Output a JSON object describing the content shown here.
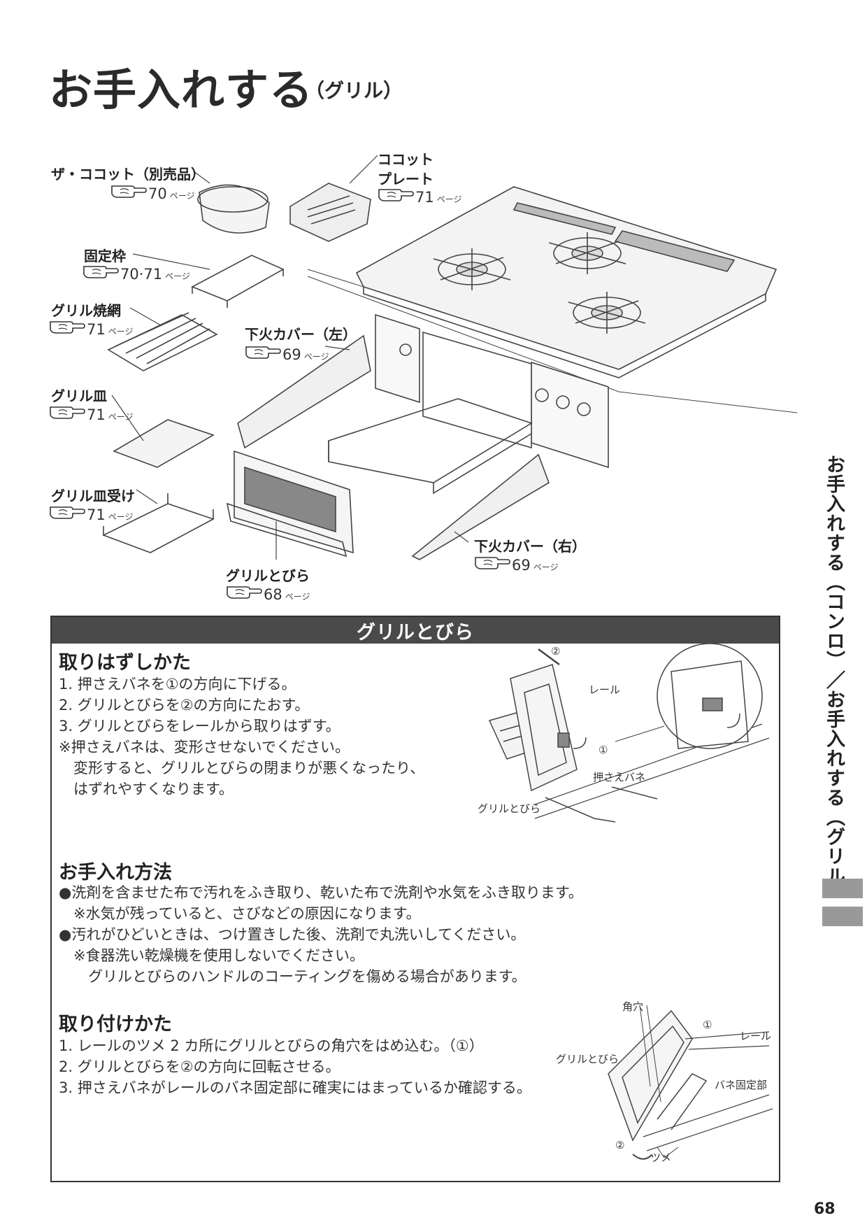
{
  "title": {
    "main": "お手入れする",
    "sub": "（グリル）"
  },
  "parts": [
    {
      "label": "ザ・ココット（別売品）",
      "ref": "70",
      "page_suffix": "ページ"
    },
    {
      "label_line1": "ココット",
      "label_line2": "プレート",
      "ref": "71",
      "page_suffix": "ページ"
    },
    {
      "label": "固定枠",
      "ref": "70·71",
      "page_suffix": "ページ"
    },
    {
      "label": "グリル焼網",
      "ref": "71",
      "page_suffix": "ページ"
    },
    {
      "label": "グリル皿",
      "ref": "71",
      "page_suffix": "ページ"
    },
    {
      "label": "グリル皿受け",
      "ref": "71",
      "page_suffix": "ページ"
    },
    {
      "label": "下火カバー（左）",
      "ref": "69",
      "page_suffix": "ページ"
    },
    {
      "label": "下火カバー（右）",
      "ref": "69",
      "page_suffix": "ページ"
    },
    {
      "label": "グリルとびら",
      "ref": "68",
      "page_suffix": "ページ"
    }
  ],
  "section": {
    "header": "グリルとびら",
    "removal": {
      "heading": "取りはずしかた",
      "lines": [
        "1. 押さえバネを①の方向に下げる。",
        "2. グリルとびらを②の方向にたおす。",
        "3. グリルとびらをレールから取りはずす。",
        "※押さえバネは、変形させないでください。",
        "　変形すると、グリルとびらの閉まりが悪くなったり、",
        "　はずれやすくなります。"
      ],
      "figure_labels": {
        "num2": "②",
        "rail": "レール",
        "num1": "①",
        "spring": "押さえバネ",
        "door": "グリルとびら"
      }
    },
    "care": {
      "heading": "お手入れ方法",
      "lines": [
        "●洗剤を含ませた布で汚れをふき取り、乾いた布で洗剤や水気をふき取ります。",
        "　※水気が残っていると、さびなどの原因になります。",
        "●汚れがひどいときは、つけ置きした後、洗剤で丸洗いしてください。",
        "　※食器洗い乾燥機を使用しないでください。",
        "　　グリルとびらのハンドルのコーティングを傷める場合があります。"
      ]
    },
    "install": {
      "heading": "取り付けかた",
      "lines": [
        "1. レールのツメ 2 カ所にグリルとびらの角穴をはめ込む。（①）",
        "2. グリルとびらを②の方向に回転させる。",
        "3. 押さえバネがレールのバネ固定部に確実にはまっているか確認する。"
      ],
      "figure_labels": {
        "square_hole": "角穴",
        "num1": "①",
        "rail": "レール",
        "door": "グリルとびら",
        "spring_fix": "バネ固定部",
        "num2": "②",
        "claw": "ツメ"
      }
    }
  },
  "sidebar": {
    "text": "お手入れする（コンロ）／お手入れする（グリル）"
  },
  "page_number": "68"
}
